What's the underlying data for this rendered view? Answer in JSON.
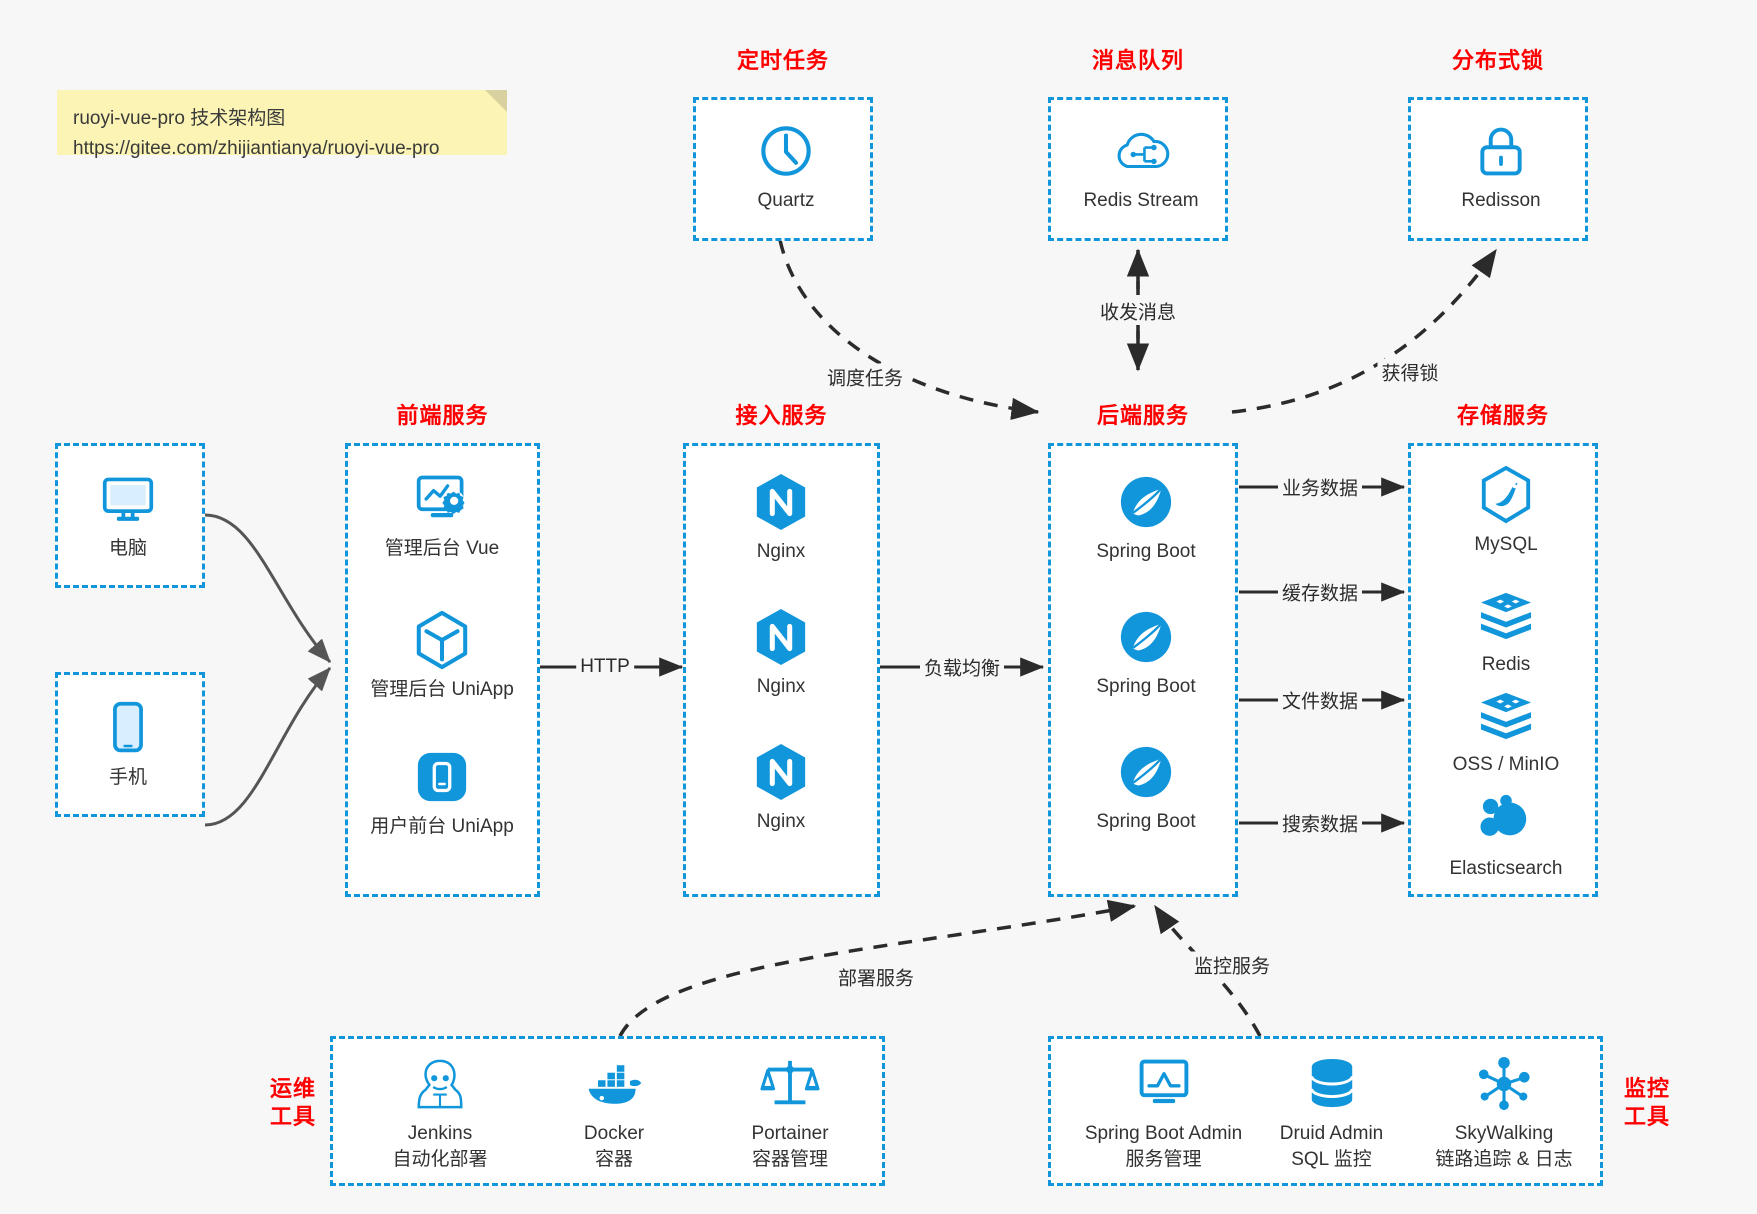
{
  "note": {
    "line1": "ruoyi-vue-pro 技术架构图",
    "line2": "https://gitee.com/zhijiantianya/ruoyi-vue-pro"
  },
  "colors": {
    "group_border": "#1296db",
    "icon_blue": "#1296db",
    "title_red": "#ff0000",
    "canvas": "#f7f7f7",
    "note_bg": "#fbf4b4",
    "edge": "#555555",
    "edge_dark": "#2b2b2b"
  },
  "groups": {
    "scheduled_task": {
      "title": "定时任务",
      "nodes": [
        {
          "label": "Quartz",
          "icon": "clock-icon"
        }
      ]
    },
    "message_queue": {
      "title": "消息队列",
      "nodes": [
        {
          "label": "Redis Stream",
          "icon": "cloud-network-icon"
        }
      ]
    },
    "distributed_lock": {
      "title": "分布式锁",
      "nodes": [
        {
          "label": "Redisson",
          "icon": "lock-icon"
        }
      ]
    },
    "user_pc": {
      "nodes": [
        {
          "label": "电脑",
          "icon": "desktop-icon"
        }
      ]
    },
    "user_phone": {
      "nodes": [
        {
          "label": "手机",
          "icon": "mobile-icon"
        }
      ]
    },
    "frontend": {
      "title": "前端服务",
      "nodes": [
        {
          "label": "管理后台 Vue",
          "icon": "dashboard-settings-icon"
        },
        {
          "label": "管理后台 UniApp",
          "icon": "cube-icon"
        },
        {
          "label": "用户前台 UniApp",
          "icon": "app-icon"
        }
      ]
    },
    "gateway": {
      "title": "接入服务",
      "nodes": [
        {
          "label": "Nginx",
          "icon": "nginx-icon"
        },
        {
          "label": "Nginx",
          "icon": "nginx-icon"
        },
        {
          "label": "Nginx",
          "icon": "nginx-icon"
        }
      ]
    },
    "backend": {
      "title": "后端服务",
      "nodes": [
        {
          "label": "Spring Boot",
          "icon": "spring-icon"
        },
        {
          "label": "Spring Boot",
          "icon": "spring-icon"
        },
        {
          "label": "Spring Boot",
          "icon": "spring-icon"
        }
      ]
    },
    "storage": {
      "title": "存储服务",
      "nodes": [
        {
          "label": "MySQL",
          "icon": "mysql-icon"
        },
        {
          "label": "Redis",
          "icon": "redis-icon"
        },
        {
          "label": "OSS / MinIO",
          "icon": "minio-icon"
        },
        {
          "label": "Elasticsearch",
          "icon": "elasticsearch-icon"
        }
      ]
    },
    "ops_tools": {
      "title_line1": "运维",
      "title_line2": "工具",
      "nodes": [
        {
          "label": "Jenkins",
          "sub": "自动化部署",
          "icon": "jenkins-icon"
        },
        {
          "label": "Docker",
          "sub": "容器",
          "icon": "docker-icon"
        },
        {
          "label": "Portainer",
          "sub": "容器管理",
          "icon": "scales-icon"
        }
      ]
    },
    "monitor_tools": {
      "title_line1": "监控",
      "title_line2": "工具",
      "nodes": [
        {
          "label": "Spring Boot Admin",
          "sub": "服务管理",
          "icon": "monitor-chart-icon"
        },
        {
          "label": "Druid Admin",
          "sub": "SQL 监控",
          "icon": "database-icon"
        },
        {
          "label": "SkyWalking",
          "sub": "链路追踪 & 日志",
          "icon": "skywalking-icon"
        }
      ]
    }
  },
  "edges": [
    {
      "id": "http",
      "label": "HTTP"
    },
    {
      "id": "load-balance",
      "label": "负载均衡"
    },
    {
      "id": "schedule-task",
      "label": "调度任务"
    },
    {
      "id": "send-receive-message",
      "label": "收发消息"
    },
    {
      "id": "acquire-lock",
      "label": "获得锁"
    },
    {
      "id": "business-data",
      "label": "业务数据"
    },
    {
      "id": "cache-data",
      "label": "缓存数据"
    },
    {
      "id": "file-data",
      "label": "文件数据"
    },
    {
      "id": "search-data",
      "label": "搜索数据"
    },
    {
      "id": "deploy-service",
      "label": "部署服务"
    },
    {
      "id": "monitor-service",
      "label": "监控服务"
    }
  ]
}
